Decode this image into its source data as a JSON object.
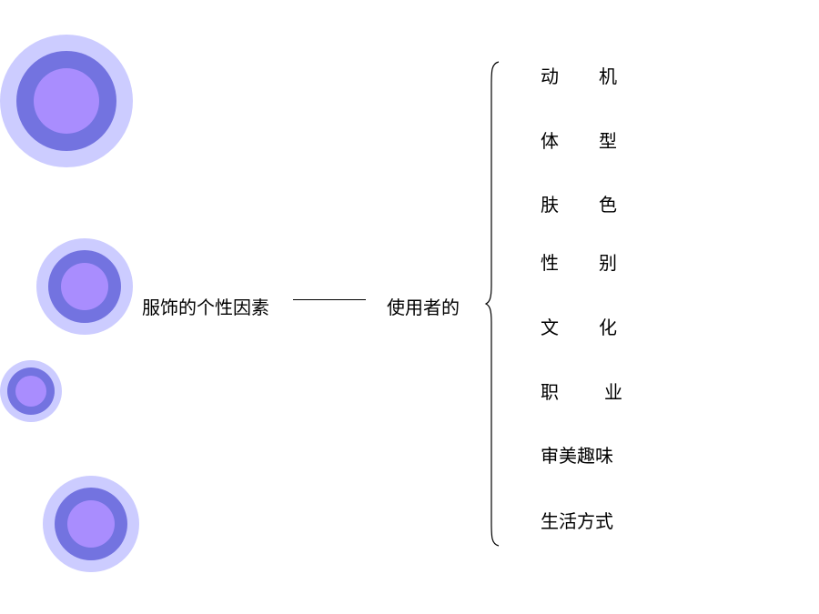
{
  "colors": {
    "outer_ring": "#ccccff",
    "middle_ring": "#7373e0",
    "inner_disc": "#a98dfe"
  },
  "diagram": {
    "root_label": "服饰的个性因素",
    "branch_label": "使用者的",
    "items": [
      {
        "c1": "动",
        "c2": "机"
      },
      {
        "c1": "体",
        "c2": "型"
      },
      {
        "c1": "肤",
        "c2": "色"
      },
      {
        "c1": "性",
        "c2": "别"
      },
      {
        "c1": "文",
        "c2": "化"
      },
      {
        "c1": "职",
        "c2": "业"
      },
      {
        "text": "审美趣味"
      },
      {
        "text": "生活方式"
      }
    ]
  }
}
